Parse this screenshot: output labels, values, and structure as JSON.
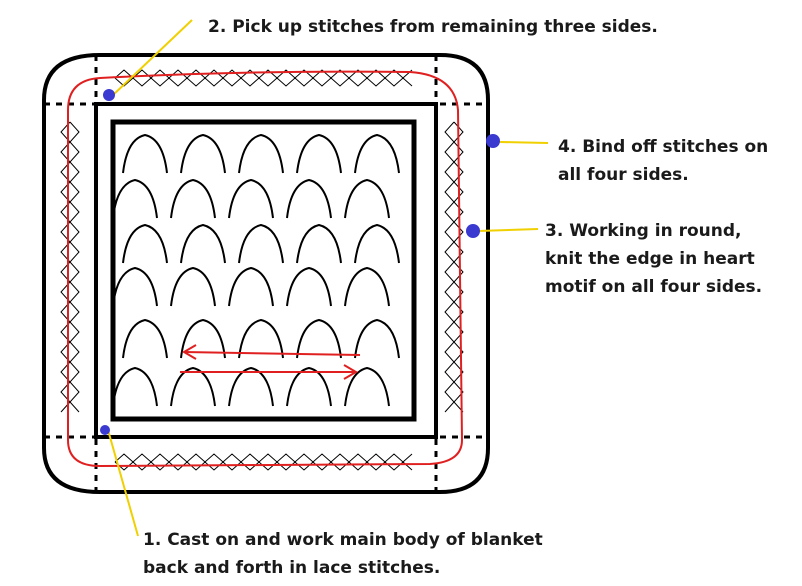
{
  "diagram": {
    "colors": {
      "outline": "#000000",
      "working_path": "#e02020",
      "pointer": "#f0d000",
      "marker": "#3a3ad0"
    },
    "annotations": {
      "step1": {
        "line1": "1. Cast on and work main body of blanket",
        "line2": "back and forth in lace stitches."
      },
      "step2": {
        "line1": "2. Pick up stitches from remaining three sides."
      },
      "step3": {
        "line1": "3. Working in round,",
        "line2": "knit the edge in heart",
        "line3": "motif on all four sides."
      },
      "step4": {
        "line1": "4. Bind off stitches on",
        "line2": "all four sides."
      }
    }
  }
}
